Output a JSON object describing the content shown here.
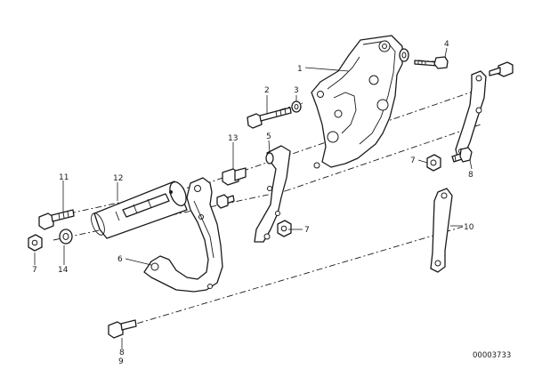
{
  "callouts": {
    "c1": "1",
    "c2": "2",
    "c3": "3",
    "c4": "4",
    "c5": "5",
    "c6": "6",
    "c7a": "7",
    "c7b": "7",
    "c7c": "7",
    "c8a": "8",
    "c8b": "8",
    "c9": "9",
    "c10": "10",
    "c11": "11",
    "c12": "12",
    "c13": "13",
    "c14": "14"
  },
  "reference_number": "00003733"
}
